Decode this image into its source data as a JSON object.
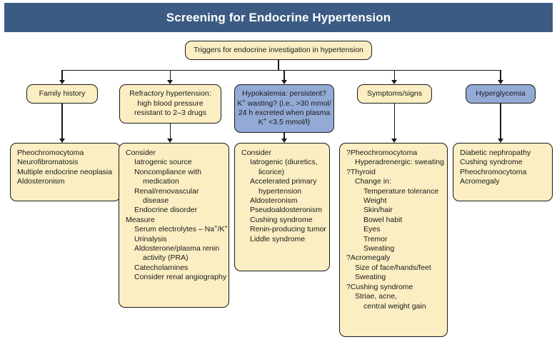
{
  "header": {
    "title": "Screening for Endocrine Hypertension",
    "bar_color": "#3b5b82",
    "text_color": "#ffffff"
  },
  "palette": {
    "cream_fill": "#faeec2",
    "blue_fill": "#93aad6",
    "stroke": "#1a1a1a",
    "page_background": "#ffffff"
  },
  "root": {
    "label": "Triggers for endocrine investigation in hypertension"
  },
  "branches": [
    {
      "id": "family-history",
      "fill": "cream",
      "trigger_lines": [
        "Family history"
      ],
      "findings": [
        {
          "text": "Pheochromocytoma",
          "indent": 0
        },
        {
          "text": "Neurofibromatosis",
          "indent": 0
        },
        {
          "text": "Multiple endocrine neoplasia",
          "indent": 0
        },
        {
          "text": "Aldosteronism",
          "indent": 0
        }
      ]
    },
    {
      "id": "refractory-hypertension",
      "fill": "cream",
      "trigger_lines": [
        "Refractory hypertension:",
        "high blood pressure",
        "resistant to 2–3 drugs"
      ],
      "findings": [
        {
          "text": "Consider",
          "indent": 0
        },
        {
          "text": "Iatrogenic source",
          "indent": 1
        },
        {
          "text": "Noncompliance with",
          "indent": 1
        },
        {
          "text": "medication",
          "indent": 2
        },
        {
          "text": "Renal/renovascular",
          "indent": 1
        },
        {
          "text": "disease",
          "indent": 2
        },
        {
          "text": "Endocrine disorder",
          "indent": 1
        },
        {
          "text": "Measure",
          "indent": 0
        },
        {
          "text": "Serum electrolytes – Na+/K+",
          "indent": 1,
          "html": "Serum electrolytes – Na<sup>+</sup>/K<sup>+</sup>"
        },
        {
          "text": "Urinalysis",
          "indent": 1
        },
        {
          "text": "Aldosterone/plasma renin",
          "indent": 1
        },
        {
          "text": "activity (PRA)",
          "indent": 2
        },
        {
          "text": "Catecholamines",
          "indent": 1
        },
        {
          "text": "Consider renal angiography",
          "indent": 1
        }
      ]
    },
    {
      "id": "hypokalemia",
      "fill": "blue",
      "trigger_lines": [
        "Hypokalemia: persistent?",
        "K+ wasting? (i.e., >30 mmol/",
        "24 h excreted when plasma",
        "K+ <3.5 mmol/l)"
      ],
      "trigger_lines_html": [
        "Hypokalemia: persistent?",
        "K<sup>+</sup> wasting? (i.e., &gt;30 mmol/",
        "24 h excreted when plasma",
        "K<sup>+</sup> &lt;3.5 mmol/l)"
      ],
      "findings": [
        {
          "text": "Consider",
          "indent": 0
        },
        {
          "text": "Iatrogenic (diuretics,",
          "indent": 1
        },
        {
          "text": "licorice)",
          "indent": 2
        },
        {
          "text": "Accelerated primary",
          "indent": 1
        },
        {
          "text": "hypertension",
          "indent": 2
        },
        {
          "text": "Aldosteronism",
          "indent": 1
        },
        {
          "text": "Pseudoaldosteronism",
          "indent": 1
        },
        {
          "text": "Cushing syndrome",
          "indent": 1
        },
        {
          "text": "Renin-producing tumor",
          "indent": 1
        },
        {
          "text": "Liddle syndrome",
          "indent": 1
        }
      ]
    },
    {
      "id": "symptoms-signs",
      "fill": "cream",
      "trigger_lines": [
        "Symptoms/signs"
      ],
      "findings": [
        {
          "text": "?Pheochromocytoma",
          "indent": 0
        },
        {
          "text": "Hyperadrenergic: sweating",
          "indent": 1
        },
        {
          "text": "?Thyroid",
          "indent": 0
        },
        {
          "text": "Change in:",
          "indent": 1
        },
        {
          "text": "Temperature tolerance",
          "indent": 2
        },
        {
          "text": "Weight",
          "indent": 2
        },
        {
          "text": "Skin/hair",
          "indent": 2
        },
        {
          "text": "Bowel habit",
          "indent": 2
        },
        {
          "text": "Eyes",
          "indent": 2
        },
        {
          "text": "Tremor",
          "indent": 2
        },
        {
          "text": "Sweating",
          "indent": 2
        },
        {
          "text": "?Acromegaly",
          "indent": 0
        },
        {
          "text": "Size of face/hands/feet",
          "indent": 1
        },
        {
          "text": "Sweating",
          "indent": 1
        },
        {
          "text": "?Cushing syndrome",
          "indent": 0
        },
        {
          "text": "Striae, acne,",
          "indent": 1
        },
        {
          "text": "central weight gain",
          "indent": 2
        }
      ]
    },
    {
      "id": "hyperglycemia",
      "fill": "blue",
      "trigger_lines": [
        "Hyperglycemia"
      ],
      "findings": [
        {
          "text": "Diabetic nephropathy",
          "indent": 0
        },
        {
          "text": "Cushing syndrome",
          "indent": 0
        },
        {
          "text": "Pheochromocytoma",
          "indent": 0
        },
        {
          "text": "Acromegaly",
          "indent": 0
        }
      ]
    }
  ]
}
